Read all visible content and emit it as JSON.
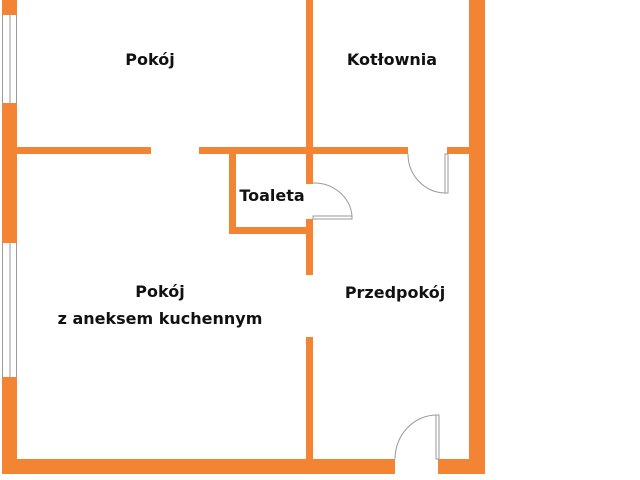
{
  "plan": {
    "wall_color": "#F28433",
    "door_line_color": "#9a9a9a",
    "rooms": [
      {
        "id": "pokoj",
        "label": "Pokój"
      },
      {
        "id": "kotlownia",
        "label": "Kotłownia"
      },
      {
        "id": "toaleta",
        "label": "Toaleta"
      },
      {
        "id": "pokoj-aneks",
        "label_line1": "Pokój",
        "label_line2": "z aneksem kuchennym"
      },
      {
        "id": "przedpokoj",
        "label": "Przedpokój"
      }
    ],
    "windows": 2,
    "doors": 3
  }
}
